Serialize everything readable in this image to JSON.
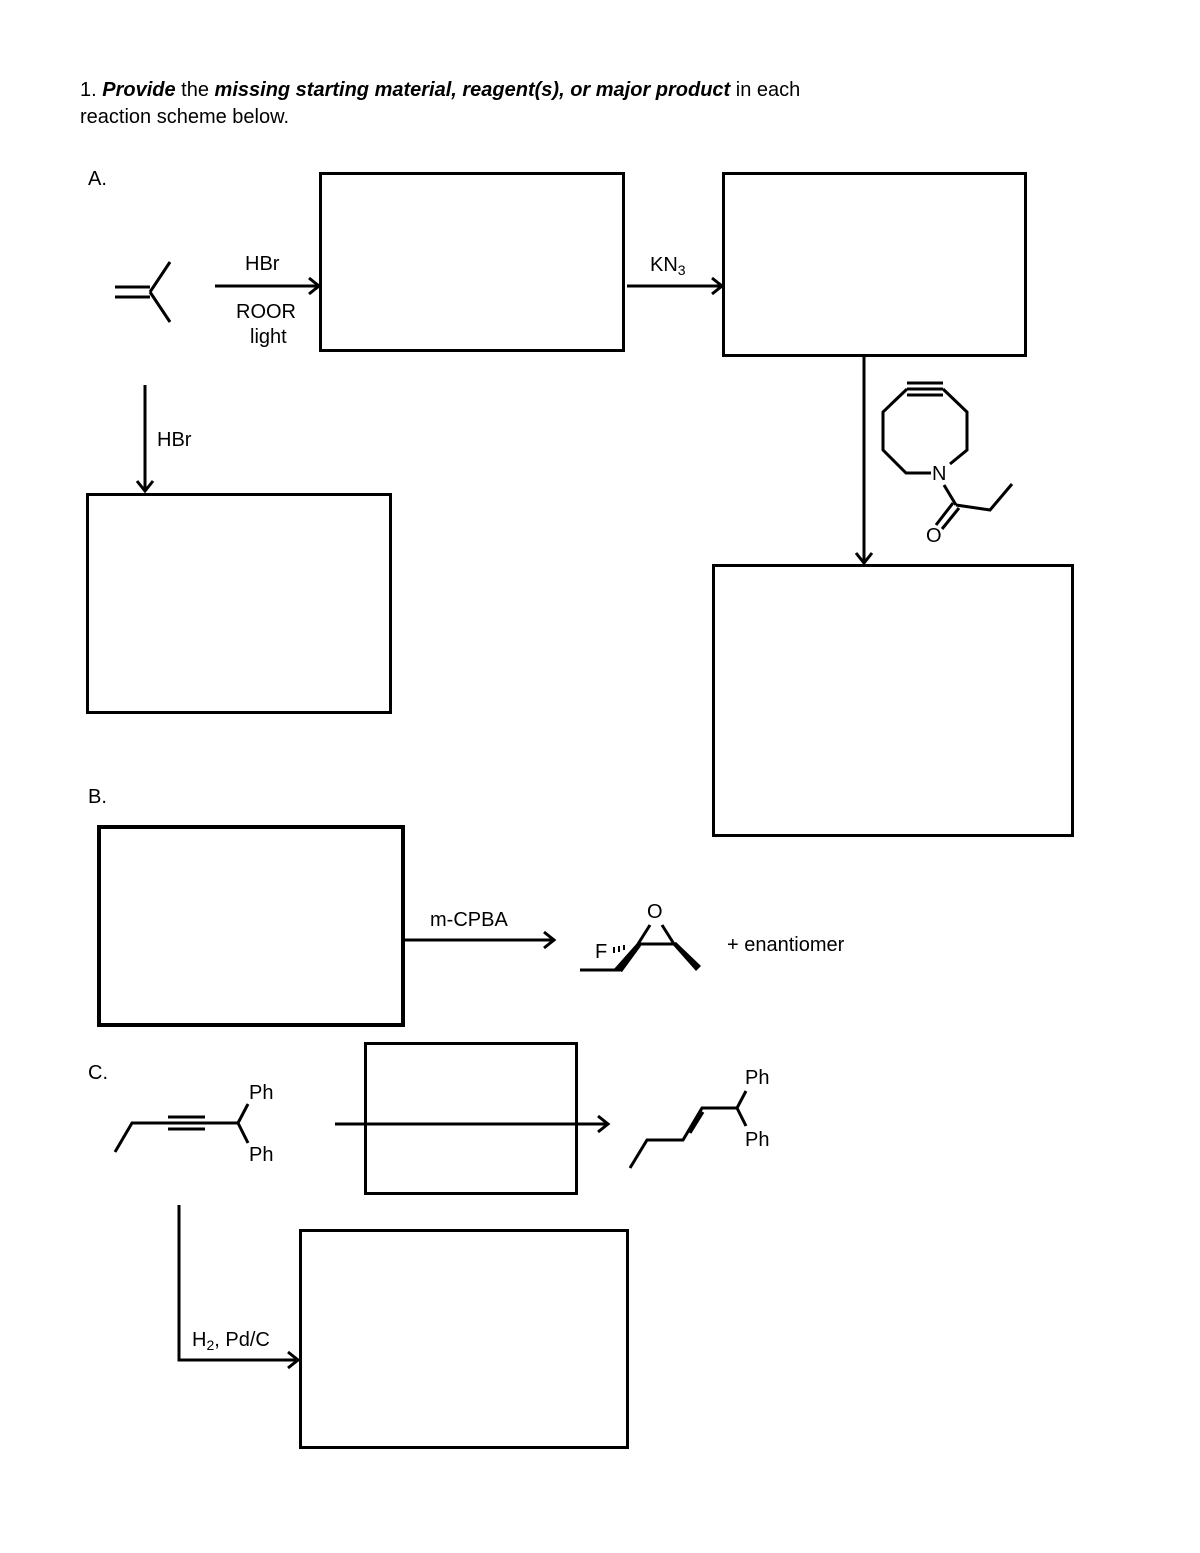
{
  "question": {
    "number": "1.",
    "w1": "Provide",
    "w2": "the",
    "w3": "missing starting material, reagent(s), or major product",
    "w4": "in each",
    "line2": "reaction scheme below."
  },
  "sections": {
    "a": {
      "label": "A.",
      "reagent_1": "HBr",
      "reagent_1b": "ROOR",
      "reagent_1c": "light",
      "reagent_2": "KN",
      "reagent_2_sub": "3",
      "reagent_down": "HBr",
      "cyclooctyne_n": "N",
      "cyclooctyne_o": "O"
    },
    "b": {
      "label": "B.",
      "reagent": "m-CPBA",
      "epoxide_o": "O",
      "epoxide_f": "F",
      "note": "+ enantiomer"
    },
    "c": {
      "label": "C.",
      "ph_top": "Ph",
      "ph_bottom": "Ph",
      "product_ph_top": "Ph",
      "product_ph_bottom": "Ph",
      "reagent_h": "H",
      "reagent_h_sub": "2",
      "reagent_rest": ", Pd/C"
    }
  }
}
